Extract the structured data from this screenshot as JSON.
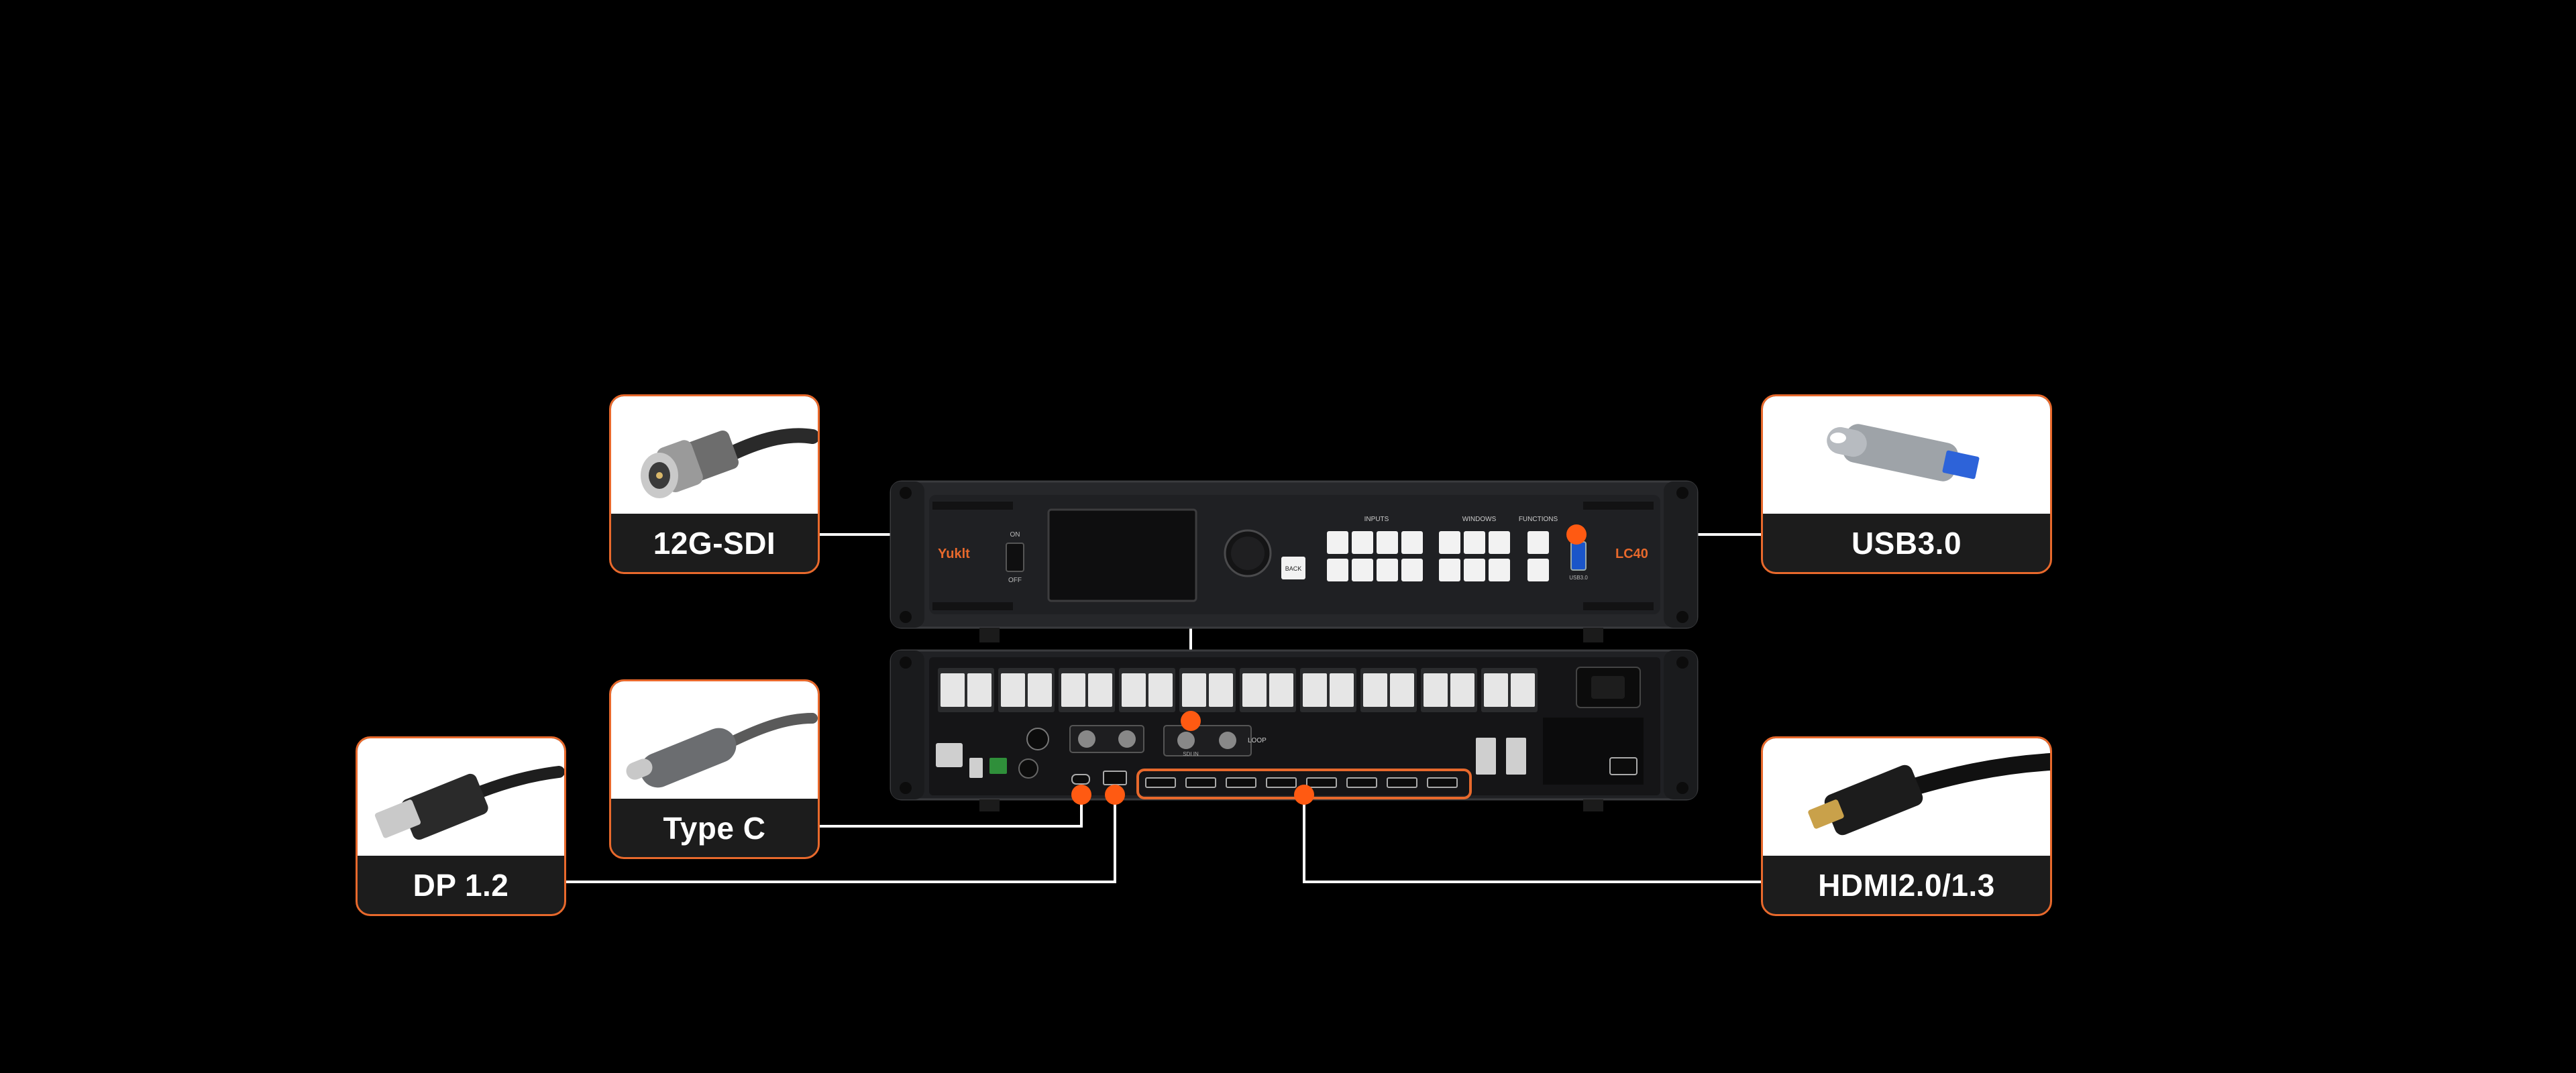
{
  "device": {
    "brand": "Yuklt",
    "model": "LC40",
    "front": {
      "power_on": "ON",
      "power_off": "OFF",
      "group_inputs": "INPUTS",
      "group_windows": "WINDOWS",
      "group_functions": "FUNCTIONS",
      "back_button": "BACK",
      "usb_port": "USB3.0"
    },
    "rear": {
      "loop_label": "LOOP",
      "sdi_label": "SDI IN"
    }
  },
  "callouts": [
    {
      "id": "12g-sdi",
      "label": "12G-SDI",
      "icon": "bnc-connector-icon",
      "side": "left"
    },
    {
      "id": "type-c",
      "label": "Type C",
      "icon": "usb-c-connector-icon",
      "side": "left"
    },
    {
      "id": "dp",
      "label": "DP 1.2",
      "icon": "displayport-connector-icon",
      "side": "left"
    },
    {
      "id": "usb3",
      "label": "USB3.0",
      "icon": "usb-flash-drive-icon",
      "side": "right"
    },
    {
      "id": "hdmi",
      "label": "HDMI2.0/1.3",
      "icon": "hdmi-connector-icon",
      "side": "right"
    }
  ],
  "colors": {
    "accent": "#e8692c",
    "background": "#000000",
    "card_label_bg": "#1c1c1c"
  }
}
